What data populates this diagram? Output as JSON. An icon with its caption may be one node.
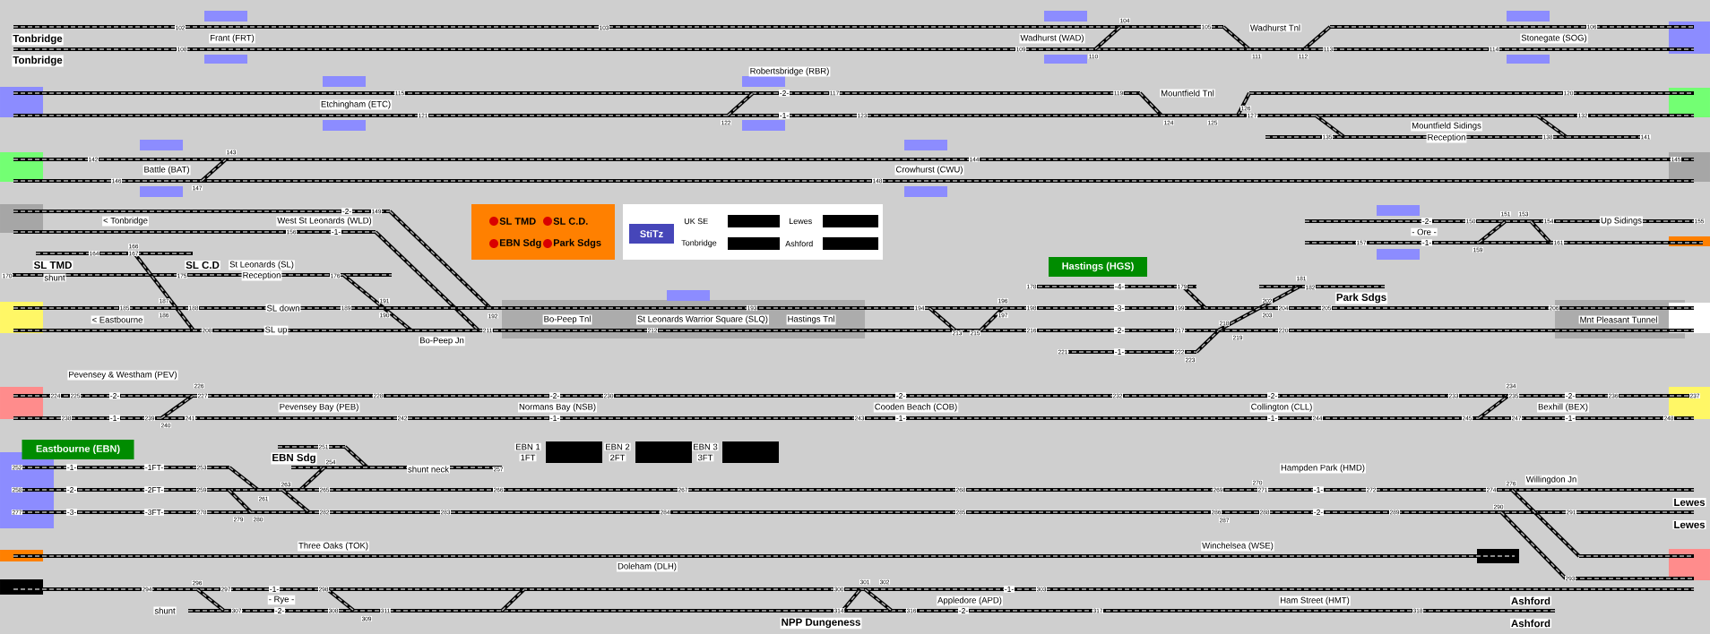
{
  "diagram": {
    "nodes": [
      {
        "text": [
          "SL TMD",
          "SL C.D.",
          "EBN Sdg",
          "Park Sdgs"
        ]
      },
      {
        "text": [
          "UK SE",
          "Lewes",
          "Tonbridge",
          "Ashford"
        ]
      },
      {
        "text": [
          "StiTz"
        ],
        "in": 1
      },
      {
        "text": [
          "Hastings (HGS)"
        ]
      },
      {
        "text": [
          "Eastbourne (EBN)"
        ]
      }
    ],
    "labels": [
      "Tonbridge",
      "102",
      "Frant (FRT)",
      "103",
      "104",
      "105",
      "Wadhurst Tnl",
      "106",
      "Tonbridge",
      "108",
      "Wadhurst (WAD)",
      "109",
      "110",
      "111",
      "112",
      "113",
      "Stonegate (SOG)",
      "114",
      "Robertsbridge (RBR)",
      "115",
      "-2-",
      "117",
      "119",
      "Mountfield Tnl",
      "120",
      "Etchingham (ETC)",
      "121",
      "122",
      "-1-",
      "123",
      "124",
      "125",
      "126",
      "127",
      "132",
      "Mountfield Sidings",
      "135",
      "Reception",
      "138",
      "141",
      "142",
      "143",
      "144",
      "145",
      "Battle (BAT)",
      "Crowhurst (CWU)",
      "146",
      "147",
      "148",
      "-2-",
      "149",
      "< Tonbridge",
      "West St Leonards (WLD)",
      "156",
      "-1-",
      "-2-",
      "150",
      "151",
      "153",
      "154",
      "Up Sidings",
      "155",
      "- Ore -",
      "157",
      "-1-",
      "159",
      "161",
      "164",
      "166",
      "167",
      "SL TMD",
      "SL C.D",
      "St Leonards (SL)",
      "170",
      "shunt",
      "175",
      "Reception",
      "176",
      "178",
      "-4-",
      "179",
      "181",
      "182",
      "Park Sdgs",
      "185",
      "187",
      "186",
      "188",
      "SL down",
      "189",
      "191",
      "190",
      "192",
      "193",
      "194",
      "196",
      "197",
      "198",
      "-3-",
      "199",
      "202",
      "203",
      "204",
      "205",
      "206",
      "< Eastbourne",
      "Bo-Peep Tnl",
      "St Leonards Warrior Square (SLQ)",
      "Hastings Tnl",
      "Mnt Pleasant Tunnel",
      "208",
      "SL up",
      "211",
      "212",
      "213",
      "215",
      "216",
      "-2-",
      "217",
      "218",
      "219",
      "220",
      "Bo-Peep Jn",
      "221",
      "-1-",
      "222",
      "223",
      "Pevensey & Westham (PEV)",
      "224",
      "225",
      "-2-",
      "226",
      "227",
      "228",
      "-2-",
      "230",
      "-2-",
      "232",
      "-2-",
      "233",
      "234",
      "235",
      "-2-",
      "236",
      "237",
      "Pevensey Bay (PEB)",
      "Normans Bay (NSB)",
      "Cooden Beach (COB)",
      "Collington (CLL)",
      "Bexhill (BEX)",
      "238",
      "-1-",
      "239",
      "240",
      "241",
      "242",
      "-1-",
      "243",
      "-1-",
      "-1-",
      "244",
      "245",
      "247",
      "-1-",
      "248",
      "251",
      "EBN 1",
      "EBN 2",
      "EBN 3",
      "EBN Sdg",
      "1FT",
      "2FT",
      "3FT",
      "254",
      "Hampden Park (HMD)",
      "252",
      "-1-",
      "-1FT-",
      "253",
      "shunt neck",
      "257",
      "Willingdon Jn",
      "258",
      "-2-",
      "-2FT-",
      "259",
      "263",
      "265",
      "266",
      "267",
      "268",
      "269",
      "270",
      "271",
      "-1-",
      "272",
      "274",
      "276",
      "261",
      "Lewes",
      "277",
      "-3-",
      "-3FT-",
      "278",
      "282",
      "283",
      "284",
      "285",
      "286",
      "288",
      "-2-",
      "289",
      "290",
      "291",
      "279",
      "280",
      "287",
      "Lewes",
      "Three Oaks (TOK)",
      "Winchelsea (WSE)",
      "Doleham (DLH)",
      "293",
      "296",
      "301",
      "302",
      "294",
      "297",
      "-1-",
      "298",
      "300",
      "-1-",
      "303",
      "- Rye -",
      "Appledore (APD)",
      "Ham Street (HMT)",
      "Ashford",
      "shunt",
      "307",
      "-2-",
      "308",
      "311",
      "314",
      "316",
      "-2-",
      "317",
      "318",
      "309",
      "NPP Dungeness",
      "Ashford"
    ]
  }
}
